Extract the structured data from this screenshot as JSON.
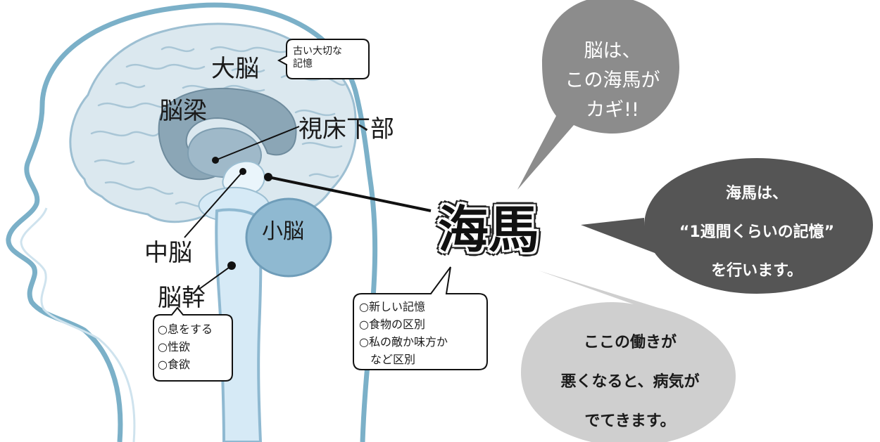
{
  "labels": {
    "cerebrum": "大脳",
    "corpus_callosum": "脳梁",
    "hypothalamus": "視床下部",
    "cerebellum": "小脳",
    "midbrain": "中脳",
    "brainstem": "脳幹",
    "hippocampus": "海馬"
  },
  "notes": {
    "cerebrum": [
      "古い大切な",
      "記憶"
    ],
    "brainstem": [
      "○息をする",
      "○性欲",
      "○食欲"
    ],
    "hippocampus": [
      "○新しい記憶",
      "○食物の区別",
      "○私の敵か味方か",
      "　など区別"
    ]
  },
  "bubbles": {
    "key": [
      "脳は、",
      "この海馬が",
      "カギ!!"
    ],
    "memory": [
      "海馬は、",
      "“1週間くらいの記憶”",
      "を行います。"
    ],
    "disease": [
      "ここの働きが",
      "悪くなると、病気が",
      "でてきます。"
    ]
  },
  "colors": {
    "head_outline": "#7bb0c8",
    "brain_fill": "#dbe8ef",
    "brain_fold": "#a9c6d6",
    "corpus_callosum": "#8ba6b6",
    "cerebellum": "#8fb9d1",
    "brainstem": "#d6eaf6",
    "bubble_mid": "#8c8c8c",
    "bubble_dark": "#555555",
    "bubble_light": "#cfcfcf"
  }
}
